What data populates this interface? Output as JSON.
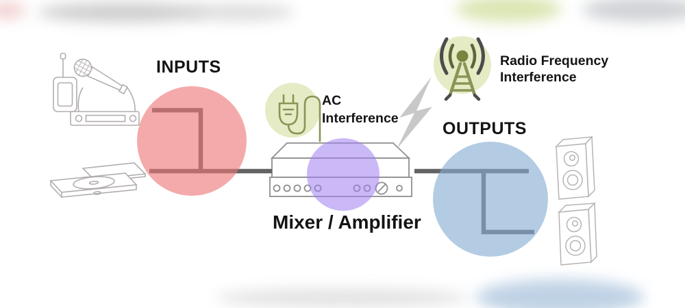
{
  "labels": {
    "inputs": "INPUTS",
    "outputs": "OUTPUTS",
    "mixer": "Mixer / Amplifier",
    "ac_interference": [
      "AC",
      "Interference"
    ],
    "rf_interference": [
      "Radio Frequency",
      "Interference"
    ]
  },
  "colors": {
    "inputs_circle": "#EE7676",
    "outputs_circle": "#84ACD2",
    "mixer_circle": "#A07DEE",
    "interference_circle": "#D5DFA0",
    "signal_line": "#636363",
    "icon_olive": "#8A9456",
    "lightning_gray": "#C8C8C8",
    "device_outline": "#B3ADAD",
    "text": "#141414"
  },
  "icons": {
    "inputs_devices": [
      "bodypack-transmitter-icon",
      "microphone-icon",
      "wireless-receiver-icon",
      "cd-player-icon"
    ],
    "mixer_device": "mixer-amplifier-icon",
    "output_devices": [
      "speaker-icon",
      "speaker-icon"
    ],
    "interference_sources": [
      "power-plug-icon",
      "lightning-bolt-icon",
      "radio-tower-icon"
    ]
  }
}
